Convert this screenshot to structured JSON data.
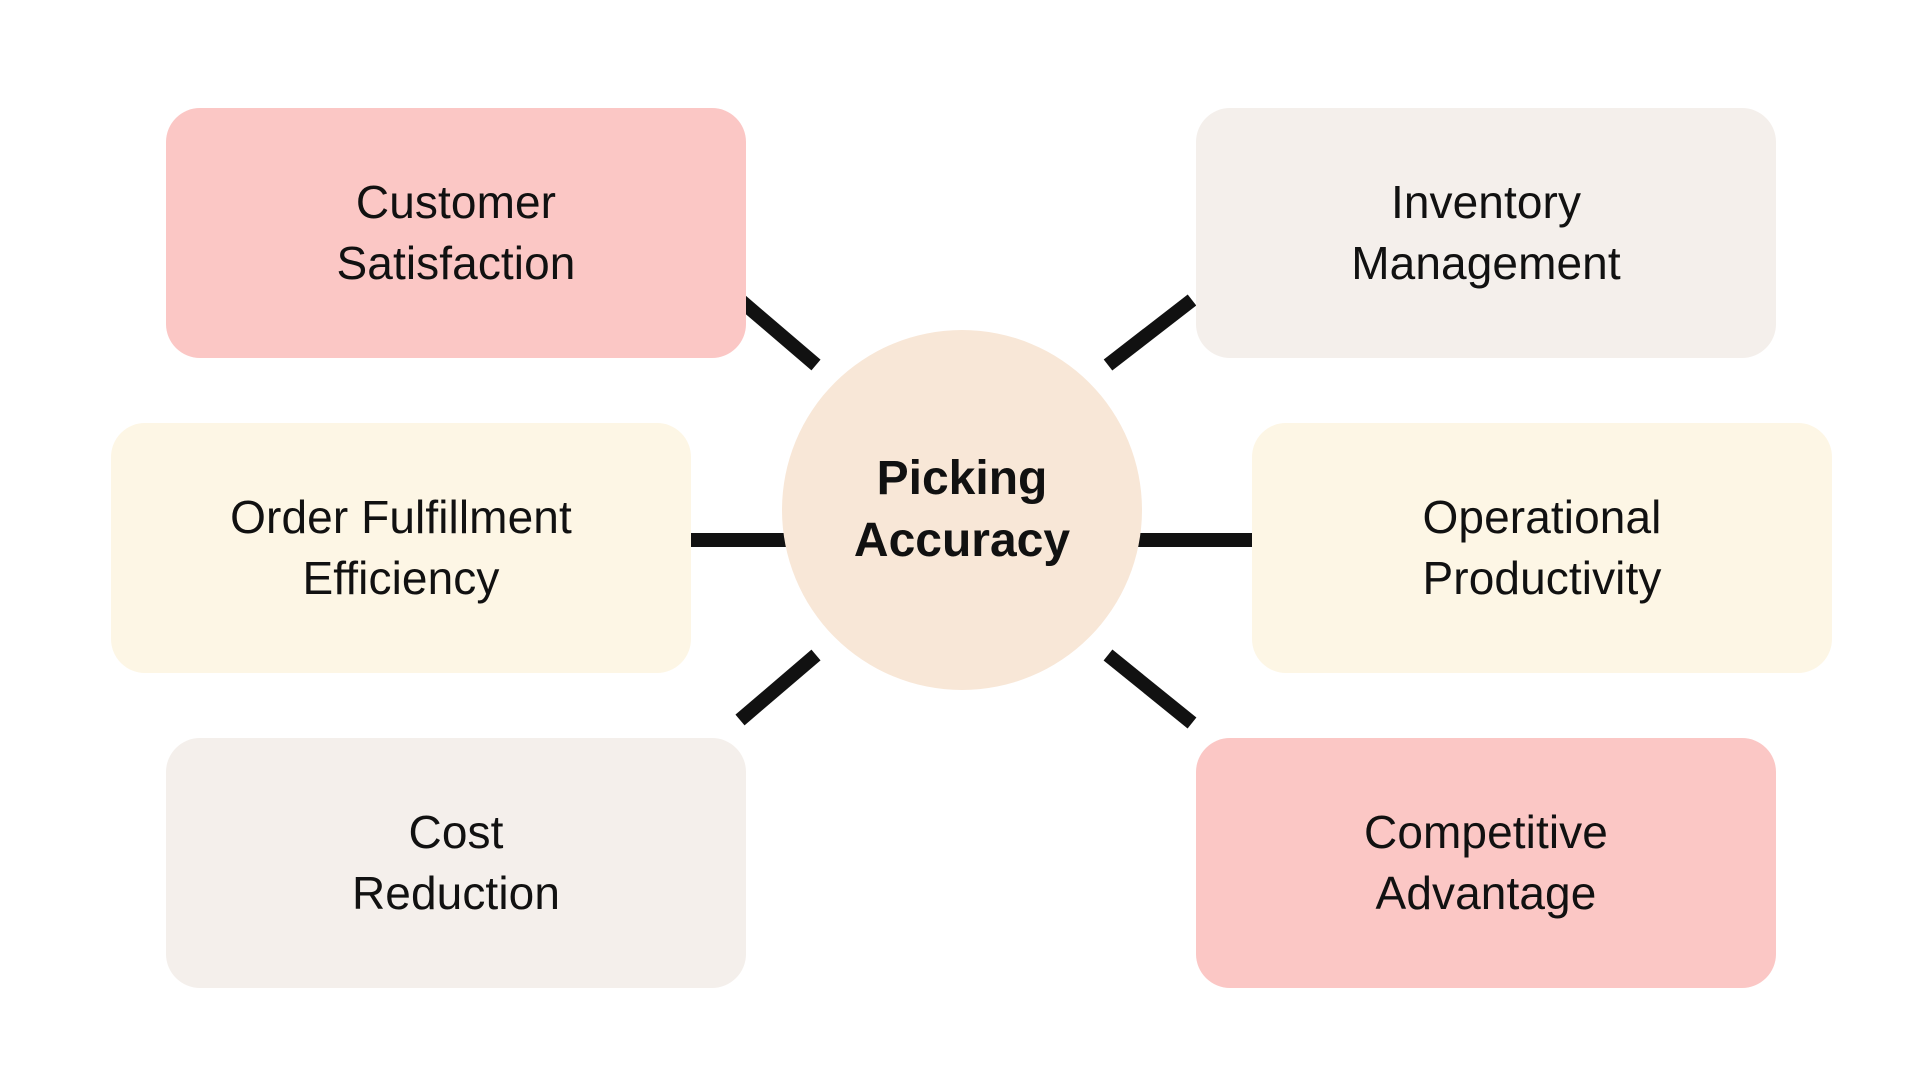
{
  "diagram": {
    "type": "hub-and-spoke",
    "title": "Picking Accuracy impact map",
    "background_color": "#ffffff",
    "connector_color": "#111111",
    "connector_width": 14,
    "center": {
      "id": "picking-accuracy",
      "label": "Picking\nAccuracy",
      "shape": "circle",
      "fill": "#f8e7d7",
      "text_color": "#111111",
      "bold": true
    },
    "nodes": [
      {
        "id": "customer-satisfaction",
        "label": "Customer\nSatisfaction",
        "side": "left",
        "row": "top",
        "fill": "#fbc7c5",
        "text_color": "#111111"
      },
      {
        "id": "order-fulfillment-efficiency",
        "label": "Order Fulfillment\nEfficiency",
        "side": "left",
        "row": "middle",
        "fill": "#fdf6e5",
        "text_color": "#111111"
      },
      {
        "id": "cost-reduction",
        "label": "Cost\nReduction",
        "side": "left",
        "row": "bottom",
        "fill": "#f4efeb",
        "text_color": "#111111"
      },
      {
        "id": "inventory-management",
        "label": "Inventory\nManagement",
        "side": "right",
        "row": "top",
        "fill": "#f4efeb",
        "text_color": "#111111"
      },
      {
        "id": "operational-productivity",
        "label": "Operational\nProductivity",
        "side": "right",
        "row": "middle",
        "fill": "#fdf6e5",
        "text_color": "#111111"
      },
      {
        "id": "competitive-advantage",
        "label": "Competitive\nAdvantage",
        "side": "right",
        "row": "bottom",
        "fill": "#fbc7c5",
        "text_color": "#111111"
      }
    ],
    "connectors": [
      {
        "from": "picking-accuracy",
        "to": "customer-satisfaction"
      },
      {
        "from": "picking-accuracy",
        "to": "order-fulfillment-efficiency"
      },
      {
        "from": "picking-accuracy",
        "to": "cost-reduction"
      },
      {
        "from": "picking-accuracy",
        "to": "inventory-management"
      },
      {
        "from": "picking-accuracy",
        "to": "operational-productivity"
      },
      {
        "from": "picking-accuracy",
        "to": "competitive-advantage"
      }
    ]
  }
}
